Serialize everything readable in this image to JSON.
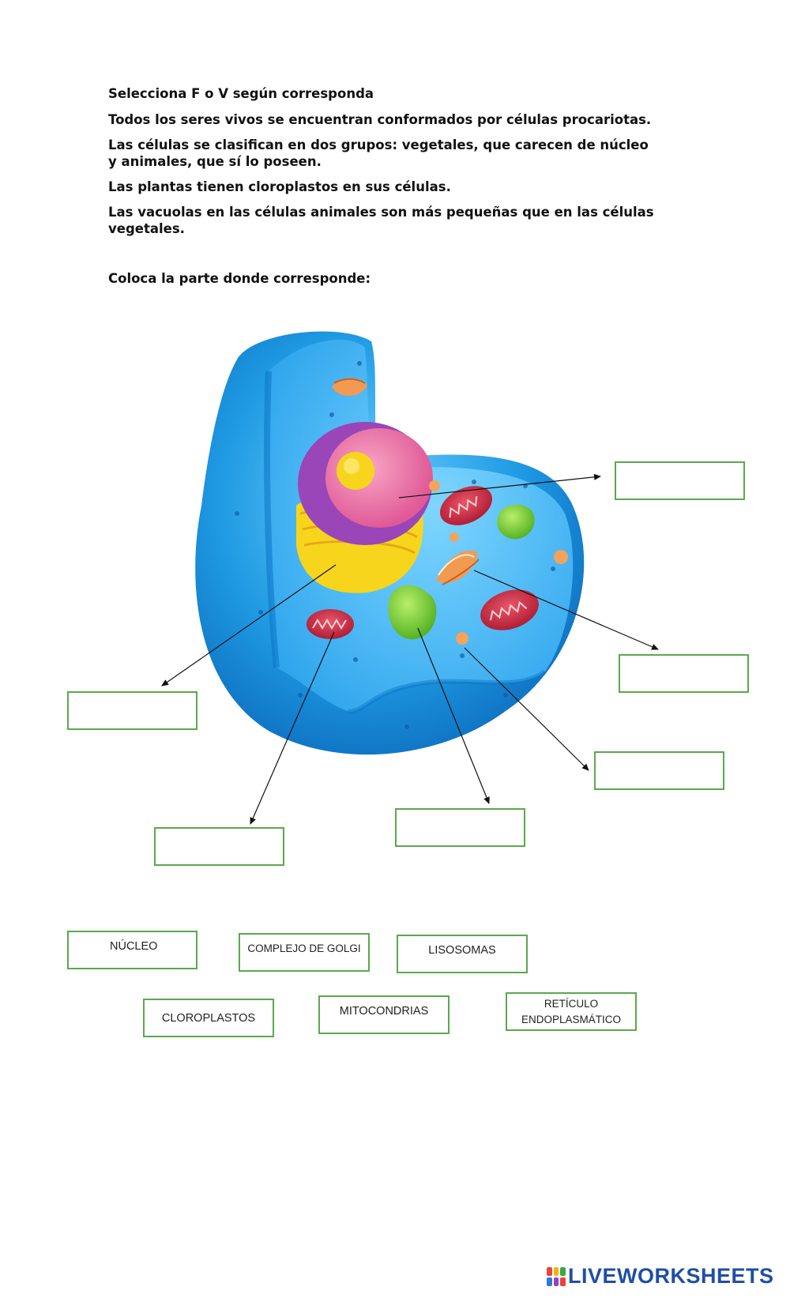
{
  "worksheet": {
    "section1_title": "Selecciona F o V según corresponda",
    "statements": [
      "Todos los seres vivos se encuentran conformados por células procariotas.",
      "Las células se clasifican en dos grupos: vegetales, que carecen de núcleo y animales, que sí lo poseen.",
      "Las plantas tienen cloroplastos en sus células.",
      "Las vacuolas en las células animales son más pequeñas que en las células vegetales."
    ],
    "section2_title": "Coloca la parte donde corresponde:"
  },
  "word_bank": [
    {
      "label": "NÚCLEO"
    },
    {
      "label": "COMPLEJO DE GOLGI"
    },
    {
      "label": "LISOSOMAS"
    },
    {
      "label": "CLOROPLASTOS"
    },
    {
      "label": "MITOCONDRIAS"
    },
    {
      "label_line1": "RETÍCULO",
      "label_line2": "ENDOPLASMÁTICO"
    }
  ],
  "footer": {
    "brand": "LIVEWORKSHEETS"
  },
  "colors": {
    "box_border": "#5aa94c",
    "cell_blue": "#2fa3e6",
    "brand_blue": "#1f4ea8"
  }
}
